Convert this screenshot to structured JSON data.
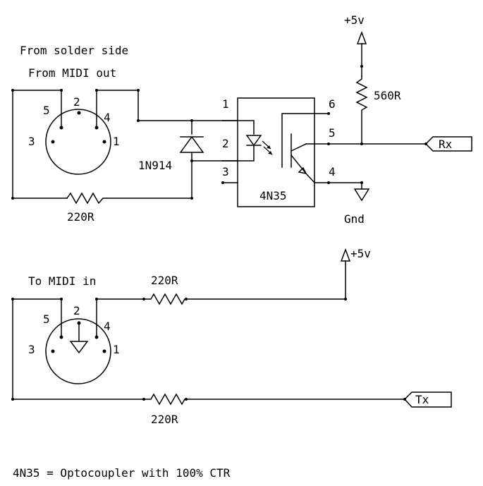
{
  "upper_circuit": {
    "caption_line1": "From solder side",
    "caption_line2": "From MIDI out",
    "din_pins": {
      "p5": "5",
      "p2": "2",
      "p4": "4",
      "p3": "3",
      "p1": "1"
    },
    "diode_label": "1N914",
    "input_resistor_label": "220R",
    "optocoupler": {
      "part": "4N35",
      "pin1": "1",
      "pin2": "2",
      "pin3": "3",
      "pin6": "6",
      "pin5": "5",
      "pin4": "4"
    },
    "supply_label": "+5v",
    "pullup_resistor_label": "560R",
    "ground_label": "Gnd",
    "rx_port_label": "Rx"
  },
  "lower_circuit": {
    "caption": "To MIDI in",
    "din_pins": {
      "p5": "5",
      "p2": "2",
      "p4": "4",
      "p3": "3",
      "p1": "1"
    },
    "top_resistor_label": "220R",
    "bottom_resistor_label": "220R",
    "supply_label": "+5v",
    "tx_port_label": "Tx"
  },
  "footnote": "4N35 = Optocoupler with 100% CTR"
}
